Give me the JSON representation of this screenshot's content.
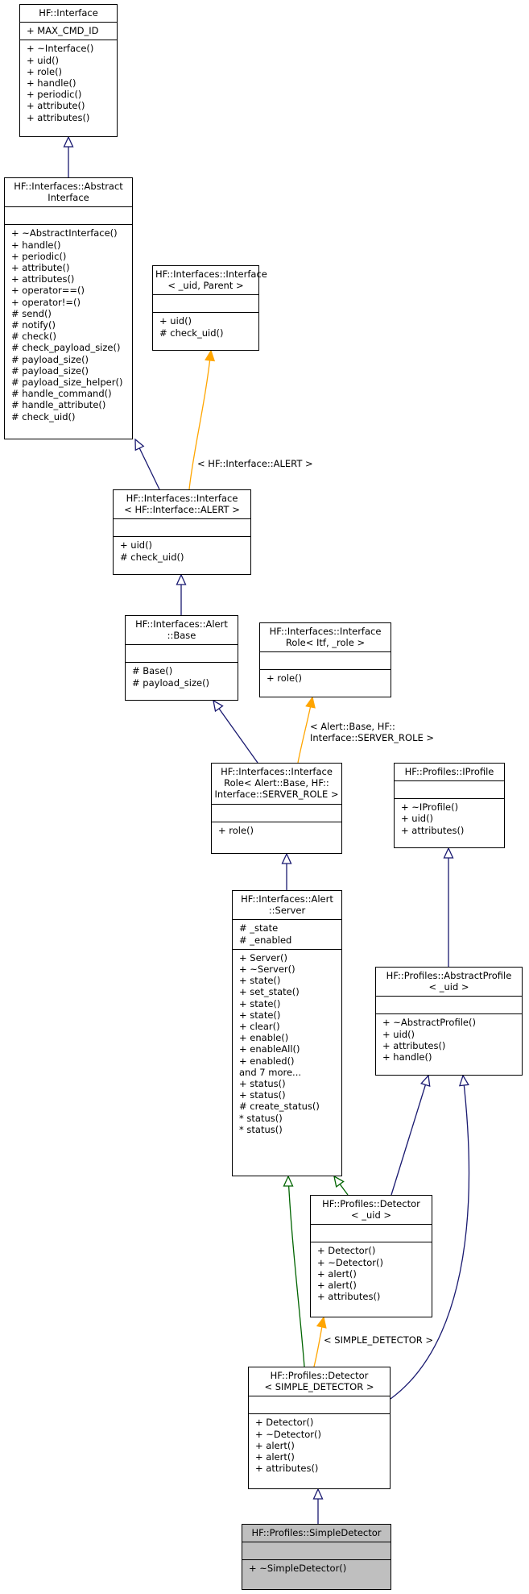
{
  "colors": {
    "inherit": "#191970",
    "template": "#ffa500",
    "protected_inherit": "#006400",
    "selected_fill": "#bfbfbf"
  },
  "nodes": {
    "hf_interface": {
      "title": [
        "HF::Interface"
      ],
      "attributes": [
        "+ MAX_CMD_ID"
      ],
      "methods": [
        "+ ~Interface()",
        "+ uid()",
        "+ role()",
        "+ handle()",
        "+ periodic()",
        "+ attribute()",
        "+ attributes()"
      ]
    },
    "abstract_interface": {
      "title": [
        "HF::Interfaces::Abstract",
        "Interface"
      ],
      "attributes": [],
      "methods": [
        "+ ~AbstractInterface()",
        "+ handle()",
        "+ periodic()",
        "+ attribute()",
        "+ attributes()",
        "+ operator==()",
        "+ operator!=()",
        "# send()",
        "# notify()",
        "# check()",
        "# check_payload_size()",
        "# payload_size()",
        "# payload_size()",
        "# payload_size_helper()",
        "# handle_command()",
        "# handle_attribute()",
        "# check_uid()"
      ]
    },
    "interface_template": {
      "title": [
        "HF::Interfaces::Interface",
        "< _uid, Parent >"
      ],
      "attributes": [],
      "methods": [
        "+ uid()",
        "# check_uid()"
      ]
    },
    "interface_alert": {
      "title": [
        "HF::Interfaces::Interface",
        "< HF::Interface::ALERT >"
      ],
      "attributes": [],
      "methods": [
        "+ uid()",
        "# check_uid()"
      ]
    },
    "alert_base": {
      "title": [
        "HF::Interfaces::Alert",
        "::Base"
      ],
      "attributes": [],
      "methods": [
        "# Base()",
        "# payload_size()"
      ]
    },
    "interface_role_template": {
      "title": [
        "HF::Interfaces::Interface",
        "Role< Itf, _role >"
      ],
      "attributes": [],
      "methods": [
        "+ role()"
      ]
    },
    "interface_role_alert": {
      "title": [
        "HF::Interfaces::Interface",
        "Role< Alert::Base, HF::",
        "Interface::SERVER_ROLE >"
      ],
      "attributes": [],
      "methods": [
        "+ role()"
      ]
    },
    "iprofile": {
      "title": [
        "HF::Profiles::IProfile"
      ],
      "attributes": [],
      "methods": [
        "+ ~IProfile()",
        "+ uid()",
        "+ attributes()"
      ]
    },
    "alert_server": {
      "title": [
        "HF::Interfaces::Alert",
        "::Server"
      ],
      "attributes": [
        "# _state",
        "# _enabled"
      ],
      "methods": [
        "+ Server()",
        "+ ~Server()",
        "+ state()",
        "+ set_state()",
        "+ state()",
        "+ state()",
        "+ clear()",
        "+ enable()",
        "+ enableAll()",
        "+ enabled()",
        "and 7 more...",
        "+ status()",
        "+ status()",
        "# create_status()",
        "* status()",
        "* status()"
      ]
    },
    "abstract_profile": {
      "title": [
        "HF::Profiles::AbstractProfile",
        "< _uid >"
      ],
      "attributes": [],
      "methods": [
        "+ ~AbstractProfile()",
        "+ uid()",
        "+ attributes()",
        "+ handle()"
      ]
    },
    "detector_template": {
      "title": [
        "HF::Profiles::Detector",
        "< _uid >"
      ],
      "attributes": [],
      "methods": [
        "+ Detector()",
        "+ ~Detector()",
        "+ alert()",
        "+ alert()",
        "+ attributes()"
      ]
    },
    "detector_simple": {
      "title": [
        "HF::Profiles::Detector",
        "< SIMPLE_DETECTOR >"
      ],
      "attributes": [],
      "methods": [
        "+ Detector()",
        "+ ~Detector()",
        "+ alert()",
        "+ alert()",
        "+ attributes()"
      ]
    },
    "simple_detector": {
      "title": [
        "HF::Profiles::SimpleDetector"
      ],
      "attributes": [],
      "methods": [
        "+ ~SimpleDetector()"
      ]
    }
  },
  "edge_labels": {
    "alert_binding": "< HF::Interface::ALERT >",
    "role_binding_1": "< Alert::Base, HF::",
    "role_binding_2": "Interface::SERVER_ROLE >",
    "detector_binding": "< SIMPLE_DETECTOR >"
  }
}
